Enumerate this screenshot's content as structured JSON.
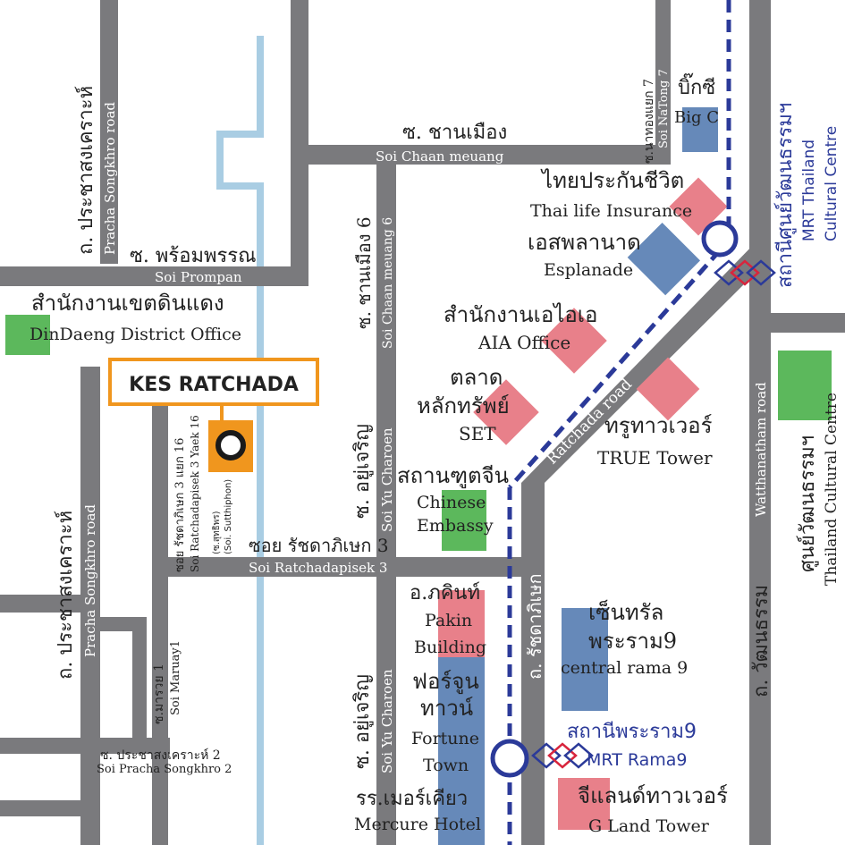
{
  "highlight": {
    "label": "KES RATCHADA",
    "sub_th": "(ซ.สุทธิพร)",
    "sub_en": "(Soi. Sutthiphon)"
  },
  "roads": {
    "pracha_songkhro_top_th": "ถ. ประชาสงเคราะห์",
    "pracha_songkhro_top_en": "Pracha Songkhro road",
    "pracha_songkhro_left_th": "ถ. ประชาสงเคราะห์",
    "pracha_songkhro_left_en": "Pracha Songkhro road",
    "soi_prompan_th": "ซ. พร้อมพรรณ",
    "soi_prompan_en": "Soi Prompan",
    "soi_chaan_meuang_th": "ซ. ชานเมือง",
    "soi_chaan_meuang_en": "Soi Chaan meuang",
    "soi_chaan_meuang6_th": "ซ. ชานเมือง 6",
    "soi_chaan_meuang6_en": "Soi Chaan meuang 6",
    "soi_natong7_th": "ซ.นาทองแยก 7",
    "soi_natong7_en": "Soi NaTong 7",
    "soi_yu_charoen_top_th": "ซ. อยู่เจริญ",
    "soi_yu_charoen_top_en": "Soi Yu Charoen",
    "soi_yu_charoen_bottom_th": "ซ. อยู่เจริญ",
    "soi_yu_charoen_bottom_en": "Soi Yu Charoen",
    "soi_ratchadapisek3_th": "ซอย รัชดาภิเษก 3",
    "soi_ratchadapisek3_en": "Soi Ratchadapisek 3",
    "soi_ratchadapisek3_yaek16_th": "ซอย รัชดาภิเษก 3 แยก 16",
    "soi_ratchadapisek3_yaek16_en": "Soi Ratchadapisek 3 Yaek 16",
    "ratchada_road_en": "Ratchada road",
    "ratchadapisek_th": "ถ. รัชดาภิเษก",
    "watthanatham_th": "ถ. วัฒนธรรม",
    "watthanatham_en": "Watthanatham road",
    "soi_maruay_th": "ซ.มารวย 1",
    "soi_maruay_en": "Soi Maruay1",
    "soi_pracha_songkhro2_th": "ซ. ประชาสงเคราะห์ 2",
    "soi_pracha_songkhro2_en": "Soi Pracha Songkhro 2"
  },
  "places": {
    "big_c_th": "บิ๊กซี",
    "big_c_en": "Big C",
    "thai_life_th": "ไทยประกันชีวิต",
    "thai_life_en": "Thai life Insurance",
    "esplanade_th": "เอสพลานาด",
    "esplanade_en": "Esplanade",
    "aia_th": "สำนักงานเอไอเอ",
    "aia_en": "AIA Office",
    "set_th1": "ตลาด",
    "set_th2": "หลักทรัพย์",
    "set_en": "SET",
    "true_th": "ทรูทาวเวอร์",
    "true_en": "TRUE Tower",
    "chinese_th": "สถานฑูตจีน",
    "chinese_en1": "Chinese",
    "chinese_en2": "Embassy",
    "dindaeng_th": "สำนักงานเขตดินแดง",
    "dindaeng_en": "DinDaeng District Office",
    "pakin_th": "อ.ภคินท์",
    "pakin_en1": "Pakin",
    "pakin_en2": "Building",
    "central_th1": "เซ็นทรัล",
    "central_th2": "พระราม9",
    "central_en": "central rama 9",
    "fortune_th1": "ฟอร์จูน",
    "fortune_th2": "ทาวน์",
    "fortune_en1": "Fortune",
    "fortune_en2": "Town",
    "mercure_th": "รร.เมอร์เคียว",
    "mercure_en": "Mercure Hotel",
    "gland_th": "จีแลนด์ทาวเวอร์",
    "gland_en": "G Land Tower",
    "thailand_cultural_th": "ศูนย์วัฒนธรรมฯ",
    "thailand_cultural_en": "Thailand Cultural Centre"
  },
  "stations": {
    "rama9_th": "สถานีพระราม9",
    "rama9_en": "MRT Rama9",
    "cultural_th": "สถานีศูนย์วัฒนธรรมฯ",
    "cultural_en1": "MRT Thailand",
    "cultural_en2": "Cultural Centre"
  },
  "colors": {
    "road": "#7a7a7d",
    "canal": "#a9cde3",
    "mrt_line": "#2b3a99",
    "blue_building": "#6689b9",
    "pink_building": "#e8808a",
    "green_building": "#5cb85c",
    "highlight": "#f0961e"
  }
}
